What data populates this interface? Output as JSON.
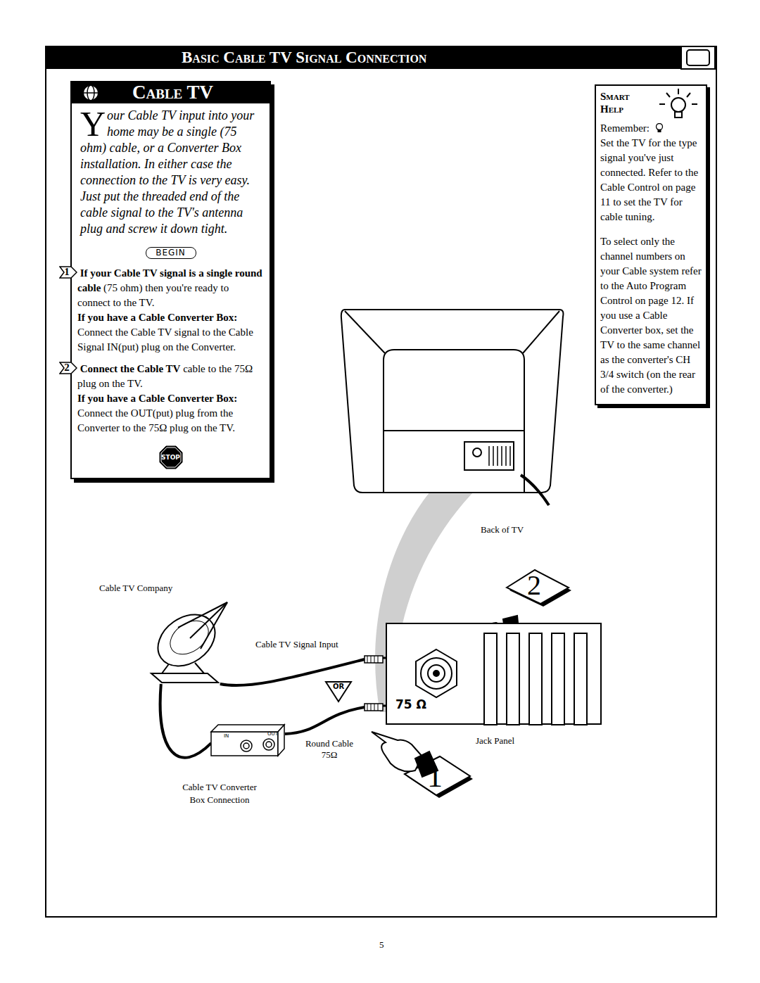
{
  "diagram": {
    "title": "Basic Cable TV Signal Connection",
    "nodes": [
      {
        "text": [
          "Cable TV",
          "Your Cable TV input into your home may be a single (75 ohm) cable, or a Converter Box installation. In either case the connection to the TV is very easy. Just put the threaded end of the cable signal to the TV's antenna plug and screw it down tight.",
          "1",
          "If your Cable TV signal is a single round cable",
          "(75 ohm) then you're ready to connect to the TV.",
          "If you have a Cable Converter Box:",
          "Connect the Cable TV signal to the Cable Signal IN(put) plug on the Converter.",
          "2",
          "Connect the Cable TV",
          "cable to the 75Ω plug on the TV.",
          "If you have a Cable Converter Box:",
          "Connect the OUT(put) plug from the Converter to the 75Ω plug on the TV."
        ]
      },
      {
        "text": [
          "BEGIN"
        ],
        "in": 0
      },
      {
        "text": [
          "STOP"
        ],
        "in": 0
      },
      {
        "text": [
          "Smart Help",
          "Remember:",
          "Set the TV for the type signal you've just connected. Refer to the Cable Control on page 11 to set the TV for cable tuning.",
          "To select only the channel numbers on your Cable system refer to the Auto Program Control on page 12. If you use a Cable Converter box, set the TV to the same channel as the converter's CH 3/4 switch (on the rear of the converter.)"
        ]
      },
      {
        "text": [
          "Cable TV Company"
        ]
      },
      {
        "text": [
          "OR"
        ]
      },
      {
        "text": [
          "IN",
          "OUT",
          "Cable TV Converter Box Connection"
        ]
      },
      {
        "text": [
          "75 Ω",
          "Jack Panel"
        ]
      }
    ],
    "edges": [
      {
        "from": 4,
        "to": 7,
        "arrow": "none"
      },
      {
        "from": 4,
        "to": 6,
        "arrow": "none"
      },
      {
        "from": 6,
        "to": 7,
        "arrow": "none"
      }
    ],
    "labels": [
      "Back of TV",
      "Cable TV Signal Input",
      "Round Cable 75Ω",
      "2",
      "1",
      "5"
    ]
  }
}
